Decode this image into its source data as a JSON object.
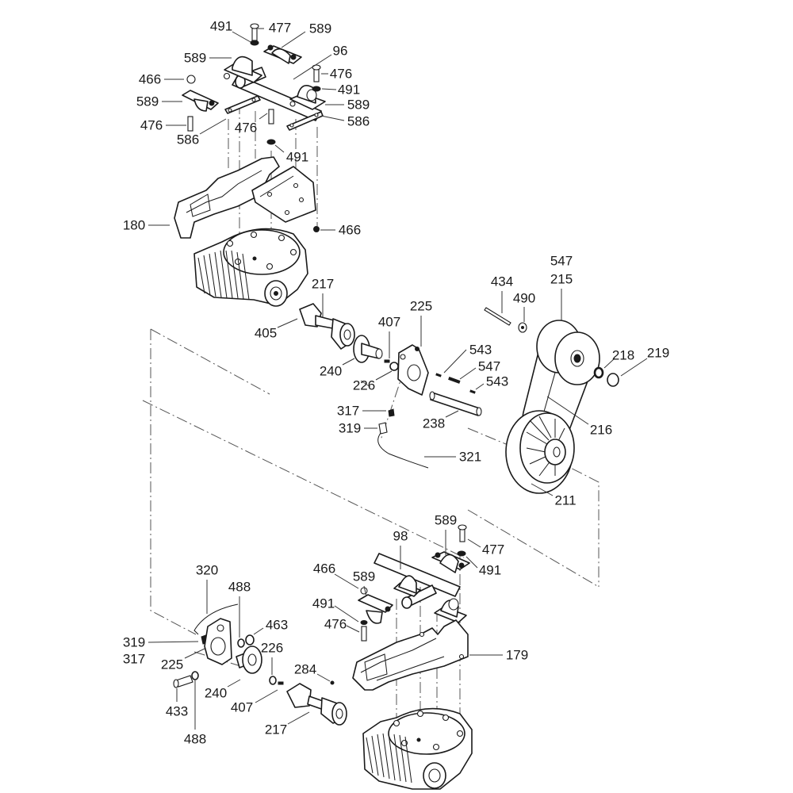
{
  "diagram": {
    "title": "Exploded parts diagram - gearbox drive assembly",
    "colors": {
      "ink": "#1a1a1a",
      "background": "#ffffff",
      "centerline": "#555555"
    },
    "callouts": [
      {
        "id": "c-491-a",
        "label": "491"
      },
      {
        "id": "c-477-a",
        "label": "477"
      },
      {
        "id": "c-589-a",
        "label": "589"
      },
      {
        "id": "c-589-b",
        "label": "589"
      },
      {
        "id": "c-96",
        "label": "96"
      },
      {
        "id": "c-466-a",
        "label": "466"
      },
      {
        "id": "c-476-a",
        "label": "476"
      },
      {
        "id": "c-491-b",
        "label": "491"
      },
      {
        "id": "c-589-c",
        "label": "589"
      },
      {
        "id": "c-589-d",
        "label": "589"
      },
      {
        "id": "c-586-a",
        "label": "586"
      },
      {
        "id": "c-476-b",
        "label": "476"
      },
      {
        "id": "c-586-b",
        "label": "586"
      },
      {
        "id": "c-476-c",
        "label": "476"
      },
      {
        "id": "c-491-c",
        "label": "491"
      },
      {
        "id": "c-180",
        "label": "180"
      },
      {
        "id": "c-466-b",
        "label": "466"
      },
      {
        "id": "c-217-a",
        "label": "217"
      },
      {
        "id": "c-405",
        "label": "405"
      },
      {
        "id": "c-407-a",
        "label": "407"
      },
      {
        "id": "c-225-a",
        "label": "225"
      },
      {
        "id": "c-240-a",
        "label": "240"
      },
      {
        "id": "c-226-a",
        "label": "226"
      },
      {
        "id": "c-543-a",
        "label": "543"
      },
      {
        "id": "c-547-a",
        "label": "547"
      },
      {
        "id": "c-543-b",
        "label": "543"
      },
      {
        "id": "c-317-a",
        "label": "317"
      },
      {
        "id": "c-319-a",
        "label": "319"
      },
      {
        "id": "c-238",
        "label": "238"
      },
      {
        "id": "c-321",
        "label": "321"
      },
      {
        "id": "c-434",
        "label": "434"
      },
      {
        "id": "c-490",
        "label": "490"
      },
      {
        "id": "c-547-b",
        "label": "547"
      },
      {
        "id": "c-215",
        "label": "215"
      },
      {
        "id": "c-218",
        "label": "218"
      },
      {
        "id": "c-219",
        "label": "219"
      },
      {
        "id": "c-216",
        "label": "216"
      },
      {
        "id": "c-211",
        "label": "211"
      },
      {
        "id": "c-589-e",
        "label": "589"
      },
      {
        "id": "c-98",
        "label": "98"
      },
      {
        "id": "c-477-b",
        "label": "477"
      },
      {
        "id": "c-491-d",
        "label": "491"
      },
      {
        "id": "c-466-c",
        "label": "466"
      },
      {
        "id": "c-589-f",
        "label": "589"
      },
      {
        "id": "c-491-e",
        "label": "491"
      },
      {
        "id": "c-476-d",
        "label": "476"
      },
      {
        "id": "c-179",
        "label": "179"
      },
      {
        "id": "c-320",
        "label": "320"
      },
      {
        "id": "c-488-a",
        "label": "488"
      },
      {
        "id": "c-463",
        "label": "463"
      },
      {
        "id": "c-319-b",
        "label": "319"
      },
      {
        "id": "c-317-b",
        "label": "317"
      },
      {
        "id": "c-225-b",
        "label": "225"
      },
      {
        "id": "c-226-b",
        "label": "226"
      },
      {
        "id": "c-284",
        "label": "284"
      },
      {
        "id": "c-240-b",
        "label": "240"
      },
      {
        "id": "c-407-b",
        "label": "407"
      },
      {
        "id": "c-433",
        "label": "433"
      },
      {
        "id": "c-217-b",
        "label": "217"
      },
      {
        "id": "c-488-b",
        "label": "488"
      }
    ]
  }
}
